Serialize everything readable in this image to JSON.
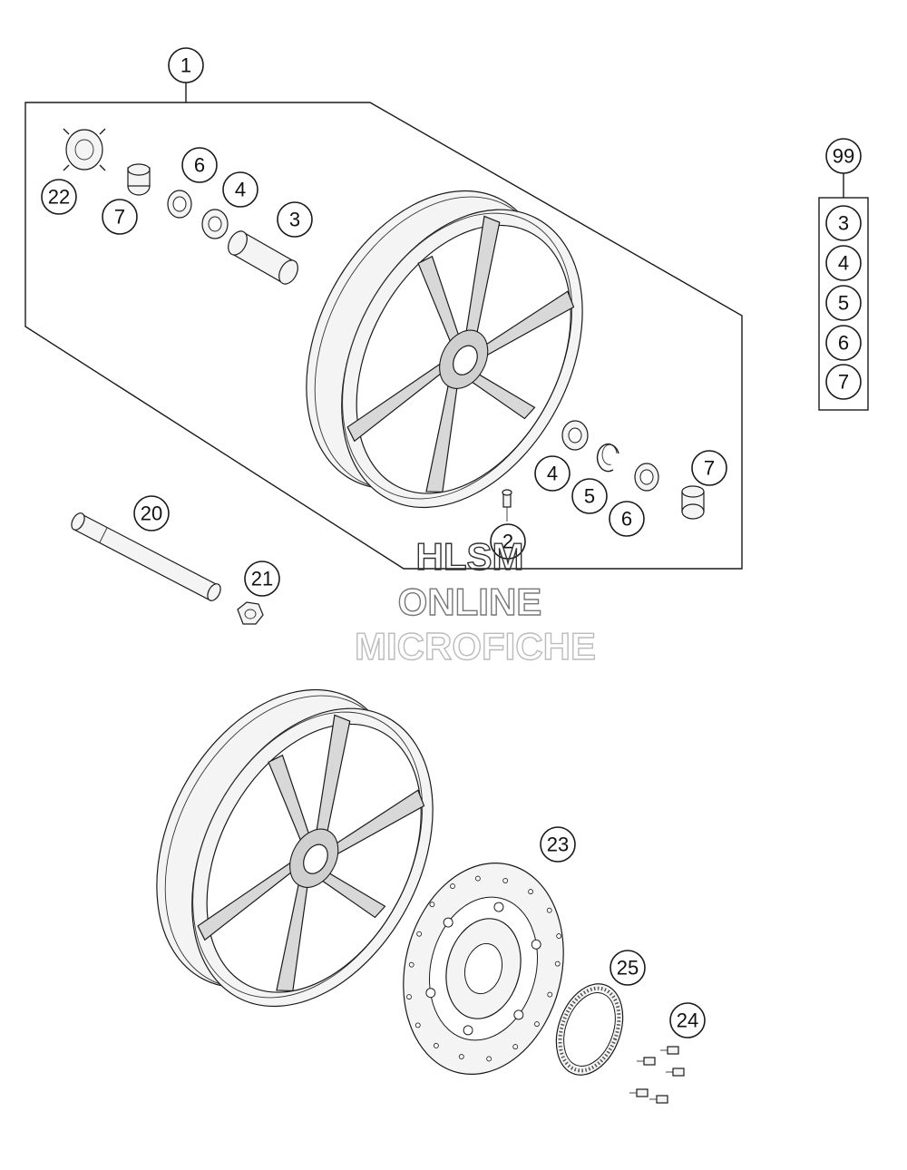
{
  "callouts": {
    "c1": "1",
    "c2": "2",
    "c3": "3",
    "c4": "4",
    "c5": "5",
    "c6": "6",
    "c7": "7",
    "c4b": "4",
    "c5b": "5",
    "c6b": "6",
    "c7b": "7",
    "c20": "20",
    "c21": "21",
    "c22": "22",
    "c23": "23",
    "c24": "24",
    "c25": "25",
    "c99": "99"
  },
  "kit_99": {
    "items": [
      "3",
      "4",
      "5",
      "6",
      "7"
    ]
  },
  "watermark": {
    "line1": "HLSM",
    "line2": "ONLINE",
    "line3": "MICROFICHE"
  },
  "colors": {
    "line": "#1a1a1a",
    "watermark_dark": "#333333",
    "watermark_light": "#bbbbbb"
  }
}
